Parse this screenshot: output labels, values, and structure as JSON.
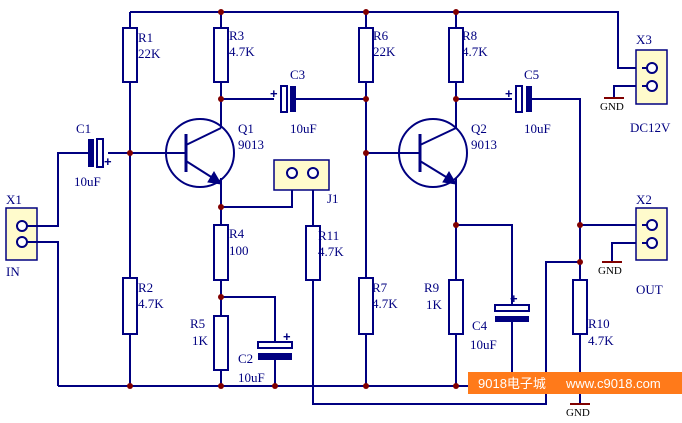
{
  "labels": {
    "x1": "X1",
    "in": "IN",
    "x2": "X2",
    "out": "OUT",
    "x3": "X3",
    "dc12v": "DC12V",
    "j1": "J1",
    "c1": "C1",
    "c1_val": "10uF",
    "c2": "C2",
    "c2_val": "10uF",
    "c3": "C3",
    "c3_val": "10uF",
    "c4": "C4",
    "c4_val": "10uF",
    "c5": "C5",
    "c5_val": "10uF",
    "r1": "R1",
    "r1_val": "22K",
    "r2": "R2",
    "r2_val": "4.7K",
    "r3": "R3",
    "r3_val": "4.7K",
    "r4": "R4",
    "r4_val": "100",
    "r5": "R5",
    "r5_val": "1K",
    "r6": "R6",
    "r6_val": "22K",
    "r7": "R7",
    "r7_val": "4.7K",
    "r8": "R8",
    "r8_val": "4.7K",
    "r9": "R9",
    "r9_val": "1K",
    "r10": "R10",
    "r10_val": "4.7K",
    "r11": "R11",
    "r11_val": "4.7K",
    "q1": "Q1",
    "q1_val": "9013",
    "q2": "Q2",
    "q2_val": "9013",
    "gnd": "GND",
    "plus": "+"
  },
  "watermark": {
    "text": "9018电子城",
    "url": "www.c9018.com"
  },
  "colors": {
    "wire": "#000080",
    "junction": "#800000",
    "connector_fill": "#fffbcc",
    "watermark_bg": "#ff7a1a"
  }
}
